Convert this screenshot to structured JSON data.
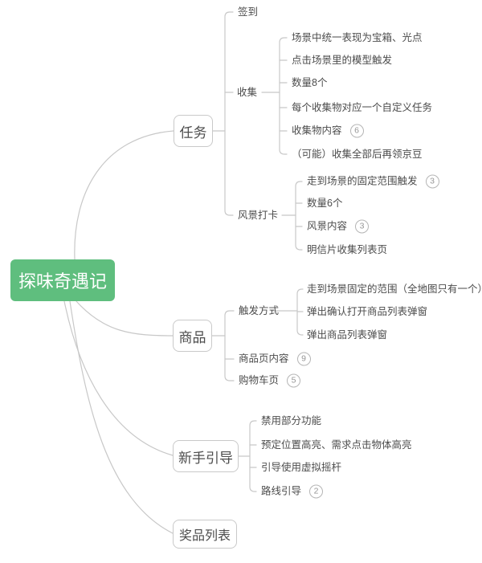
{
  "title": "探味奇遇记 mind map",
  "colors": {
    "root_bg": "#5fbe7e",
    "root_text": "#ffffff",
    "line": "#c8c8c8",
    "node_border": "#c9c9c9",
    "topic_text": "#4c4c4c",
    "badge_border": "#b5b5b5",
    "badge_text": "#969696"
  },
  "root": {
    "label": "探味奇遇记"
  },
  "branches": [
    {
      "label": "任务",
      "children": [
        {
          "label": "签到"
        },
        {
          "label": "收集",
          "children": [
            {
              "label": "场景中统一表现为宝箱、光点"
            },
            {
              "label": "点击场景里的模型触发"
            },
            {
              "label": "数量8个"
            },
            {
              "label": "每个收集物对应一个自定义任务"
            },
            {
              "label": "收集物内容",
              "badge": "6"
            },
            {
              "label": "（可能）收集全部后再领京豆"
            }
          ]
        },
        {
          "label": "风景打卡",
          "children": [
            {
              "label": "走到场景的固定范围触发",
              "badge": "3"
            },
            {
              "label": "数量6个"
            },
            {
              "label": "风景内容",
              "badge": "3"
            },
            {
              "label": "明信片收集列表页"
            }
          ]
        }
      ]
    },
    {
      "label": "商品",
      "children": [
        {
          "label": "触发方式",
          "children": [
            {
              "label": "走到场景固定的范围（全地图只有一个）"
            },
            {
              "label": "弹出确认打开商品列表弹窗"
            },
            {
              "label": "弹出商品列表弹窗"
            }
          ]
        },
        {
          "label": "商品页内容",
          "badge": "9"
        },
        {
          "label": "购物车页",
          "badge": "5"
        }
      ]
    },
    {
      "label": "新手引导",
      "children": [
        {
          "label": "禁用部分功能"
        },
        {
          "label": "预定位置高亮、需求点击物体高亮"
        },
        {
          "label": "引导使用虚拟摇杆"
        },
        {
          "label": "路线引导",
          "badge": "2"
        }
      ]
    },
    {
      "label": "奖品列表"
    }
  ]
}
